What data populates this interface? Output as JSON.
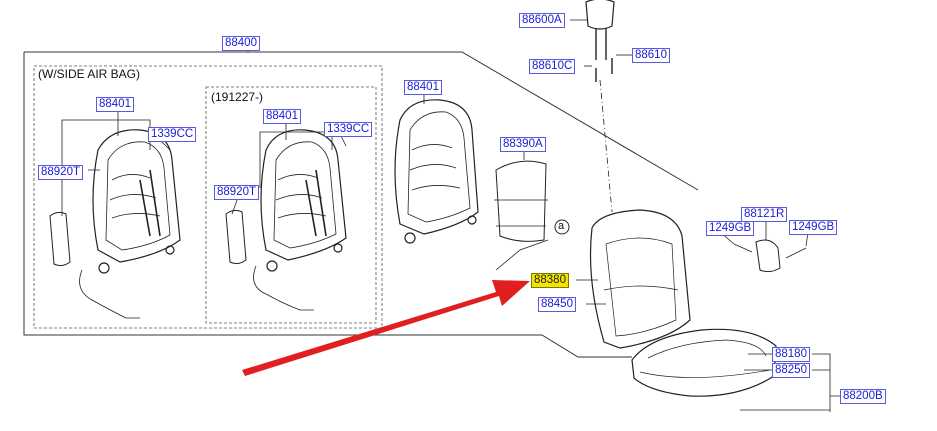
{
  "notes": {
    "side_airbag": "(W/SIDE AIR BAG)",
    "date_code": "(191227-)",
    "ref_circle": "a"
  },
  "labels": {
    "p88400": "88400",
    "p88401_a": "88401",
    "p88401_b": "88401",
    "p88401_c": "88401",
    "p1339cc_a": "1339CC",
    "p1339cc_b": "1339CC",
    "p88920t_a": "88920T",
    "p88920t_b": "88920T",
    "p88390a": "88390A",
    "p88380": "88380",
    "p88450": "88450",
    "p88600a": "88600A",
    "p88610c": "88610C",
    "p88610": "88610",
    "p88121r": "88121R",
    "p1249gb_a": "1249GB",
    "p1249gb_b": "1249GB",
    "p88180": "88180",
    "p88250": "88250",
    "p88200b": "88200B"
  },
  "colors": {
    "label_text": "#1b1bd6",
    "highlight": "#f4e500",
    "arrow": "#e02020",
    "line": "#222222"
  }
}
